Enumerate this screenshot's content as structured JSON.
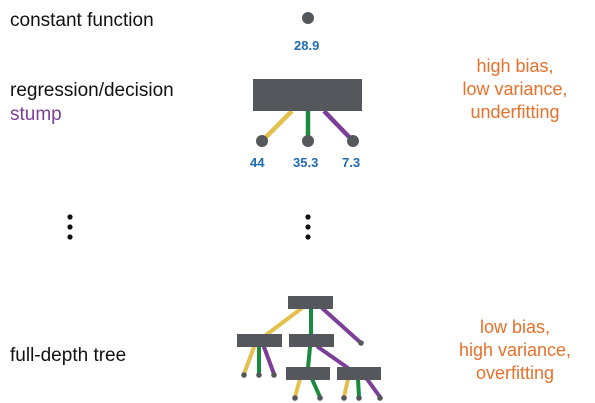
{
  "labels": {
    "constant": "constant function",
    "stump_line1": "regression/decision",
    "stump_line2": "stump",
    "full_tree": "full-depth tree"
  },
  "values": {
    "constant": "28.9",
    "leaf_left": "44",
    "leaf_middle": "35.3",
    "leaf_right": "7.3"
  },
  "annotations": {
    "top": [
      "high bias,",
      "low variance,",
      "underfitting"
    ],
    "bottom": [
      "low bias,",
      "high variance,",
      "overfitting"
    ]
  },
  "colors": {
    "node": "#54575c",
    "branch_left": "#e3c04c",
    "branch_middle": "#1a8a3c",
    "branch_right": "#7b3f98",
    "value_text": "#1f6bb0",
    "annotation_text": "#e8702a"
  }
}
